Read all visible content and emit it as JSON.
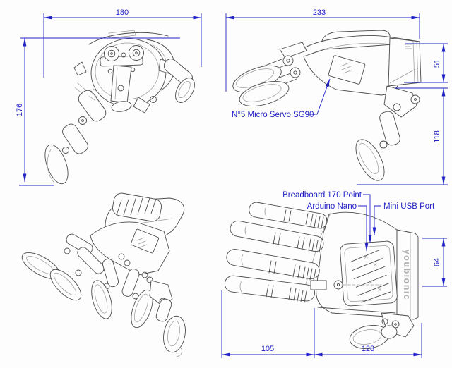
{
  "colors": {
    "dimension_blue": "#2121c8",
    "linework_dark": "#4b4b4b",
    "linework_light": "#9c9c9c",
    "brand_gray": "#b0b0b0",
    "background": "#fdfdfd"
  },
  "views": {
    "back": {
      "width": "180",
      "height": "176"
    },
    "side": {
      "width": "233",
      "wrist_height": "51",
      "thumb_length": "118",
      "servo_callout": "N°5 Micro Servo SG90"
    },
    "top": {
      "wrist_width": "64",
      "fingers_length": "105",
      "palm_length": "128",
      "breadboard_callout": "Breadboard 170 Point",
      "arduino_callout": "Arduino Nano",
      "usb_callout": "Mini USB Port",
      "brand": "youbionic"
    }
  }
}
